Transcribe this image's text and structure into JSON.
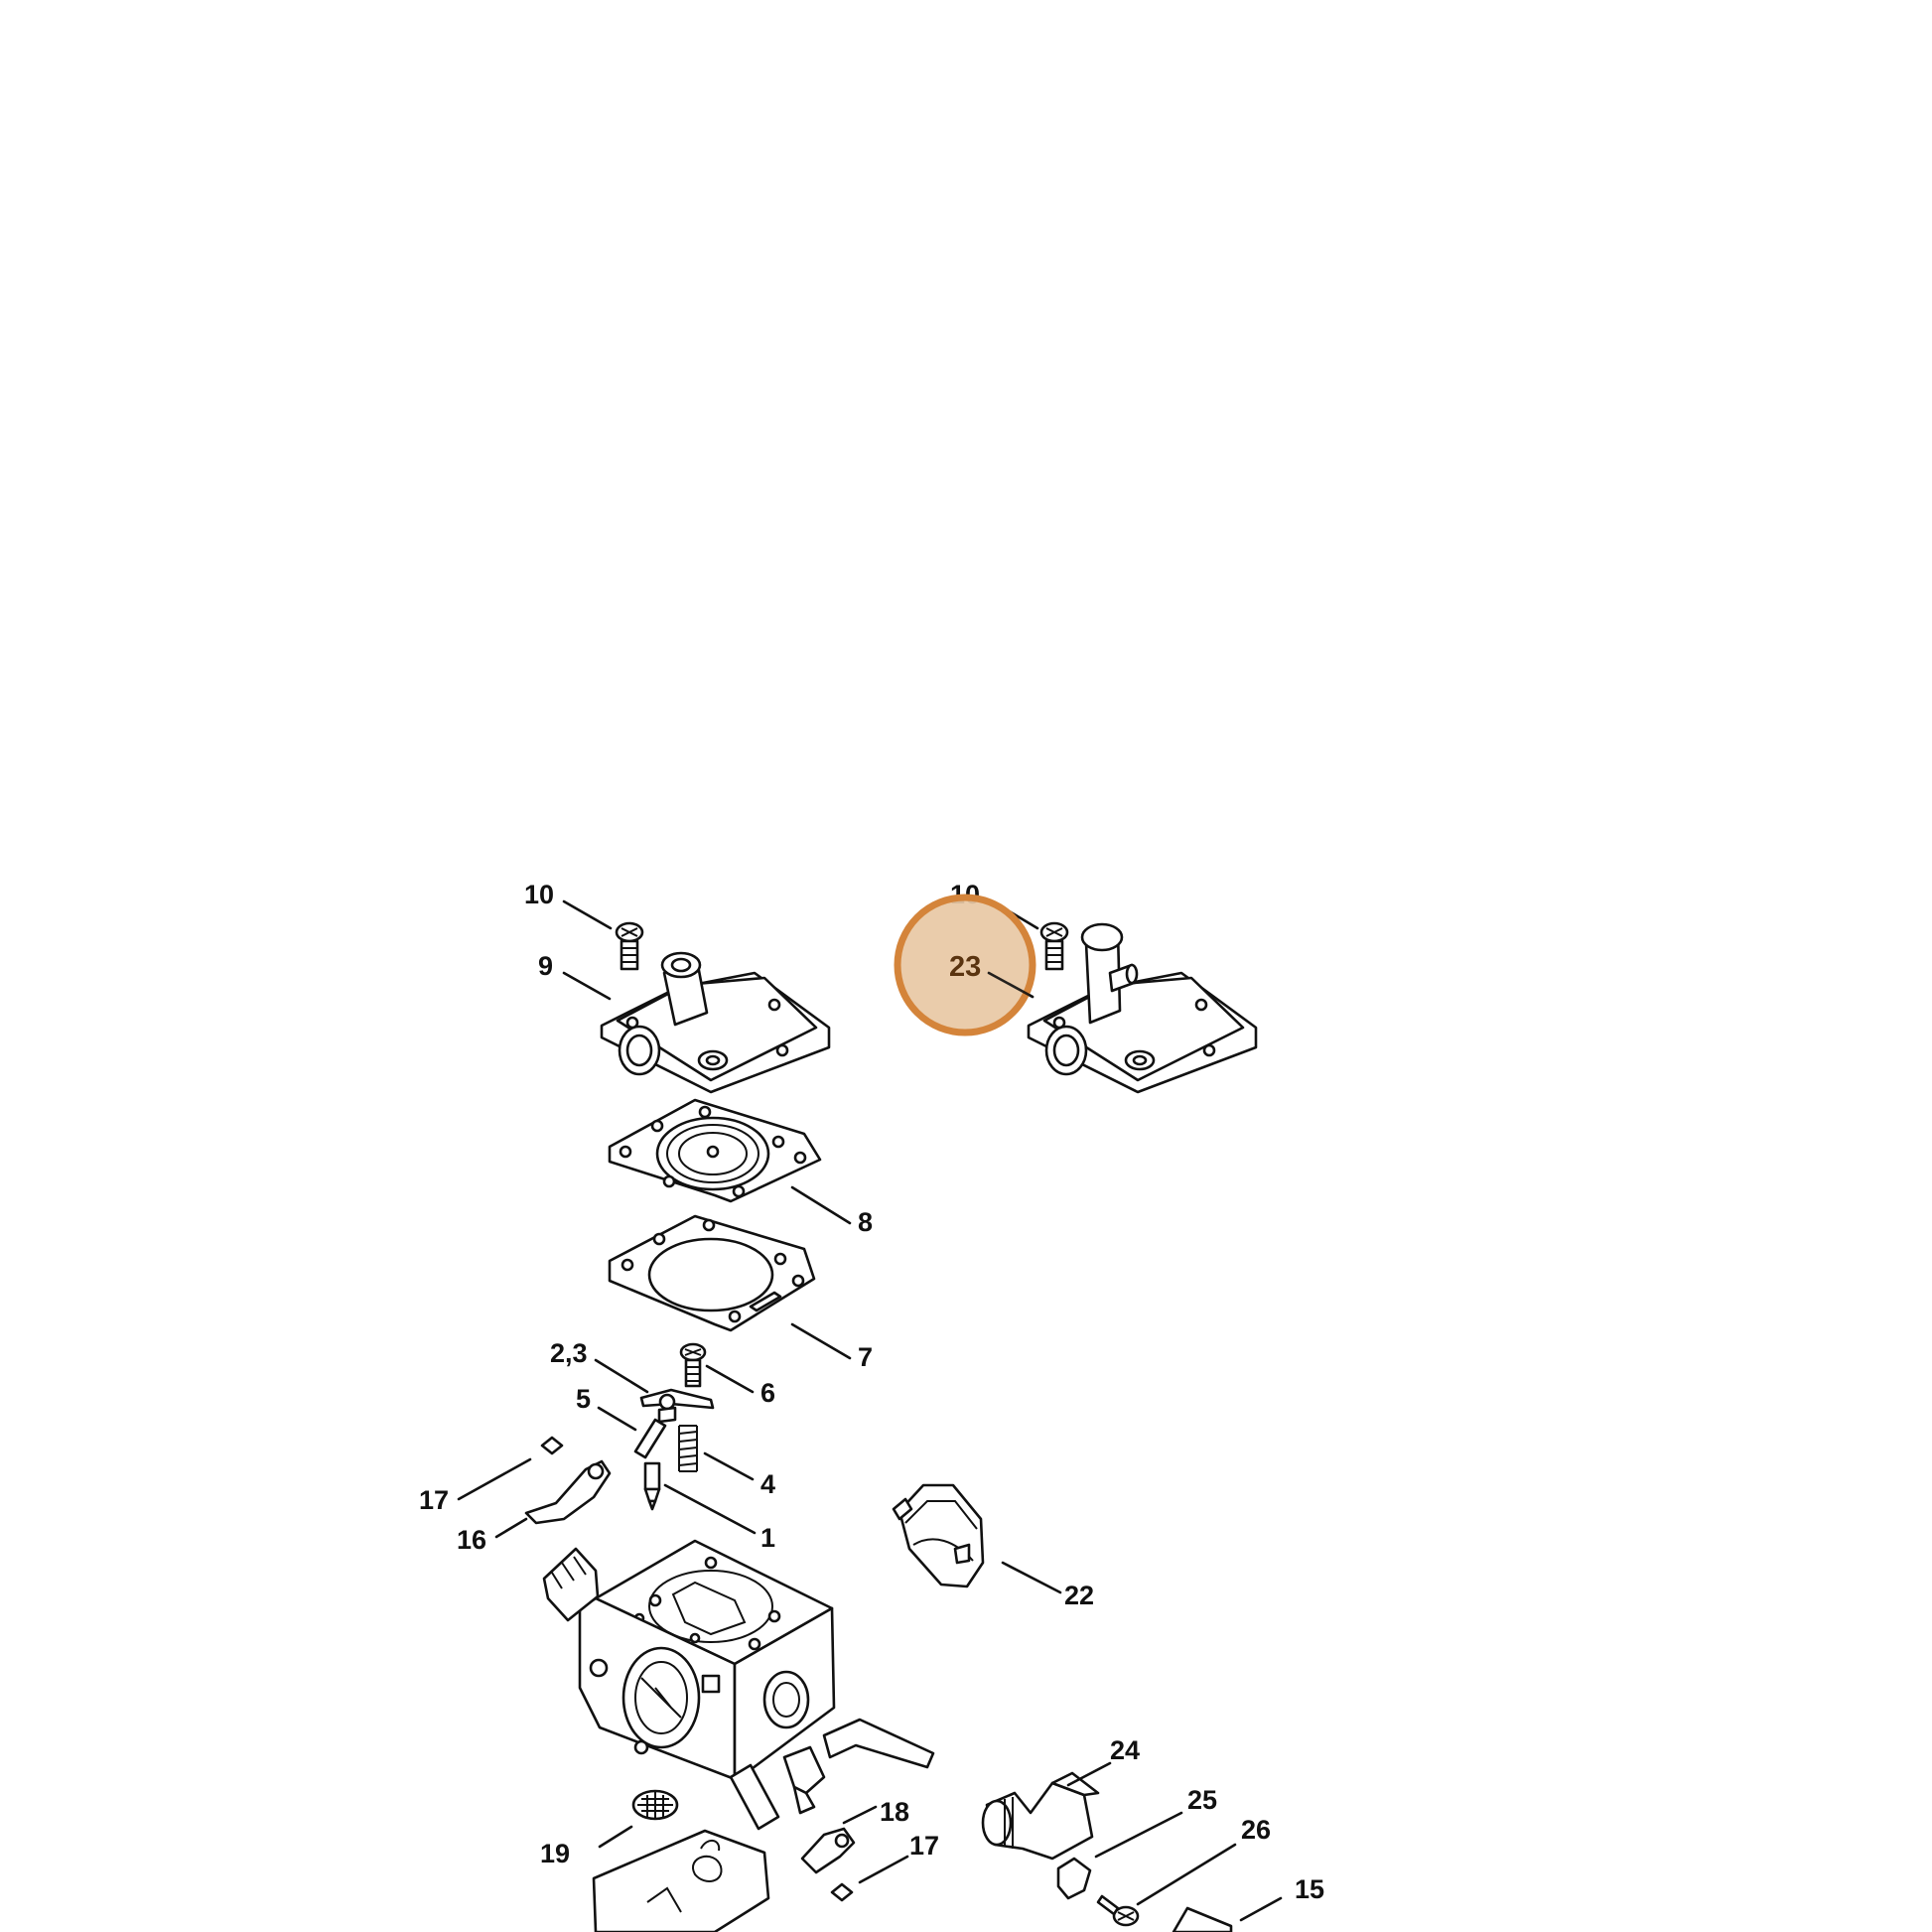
{
  "diagram": {
    "labels": {
      "cover_screw_left": "10",
      "cover_left": "9",
      "cover_screw_right": "10",
      "diaphragm": "8",
      "gasket": "7",
      "lever_23": "2,3",
      "pin": "5",
      "screw_6": "6",
      "spring": "4",
      "clip_17_top": "17",
      "lever_16": "16",
      "needle": "1",
      "cap_22": "22",
      "elbow_24": "24",
      "part_25": "25",
      "screw_26": "26",
      "strainer_19": "19",
      "part_18": "18",
      "clip_17_bottom": "17",
      "part_15": "15"
    },
    "highlight": {
      "label": "23",
      "color": "#d4843a",
      "fill": "#e8c8a4"
    }
  }
}
